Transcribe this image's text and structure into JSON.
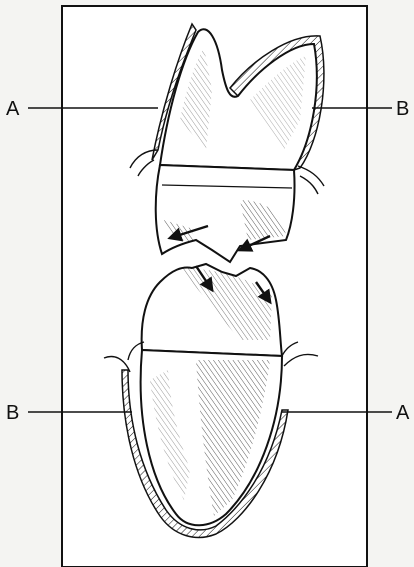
{
  "labels": {
    "upper_left": "A",
    "upper_right": "B",
    "lower_left": "B",
    "lower_right": "A"
  },
  "colors": {
    "ink": "#111111",
    "paper": "#ffffff",
    "page": "#f4f4f2"
  }
}
